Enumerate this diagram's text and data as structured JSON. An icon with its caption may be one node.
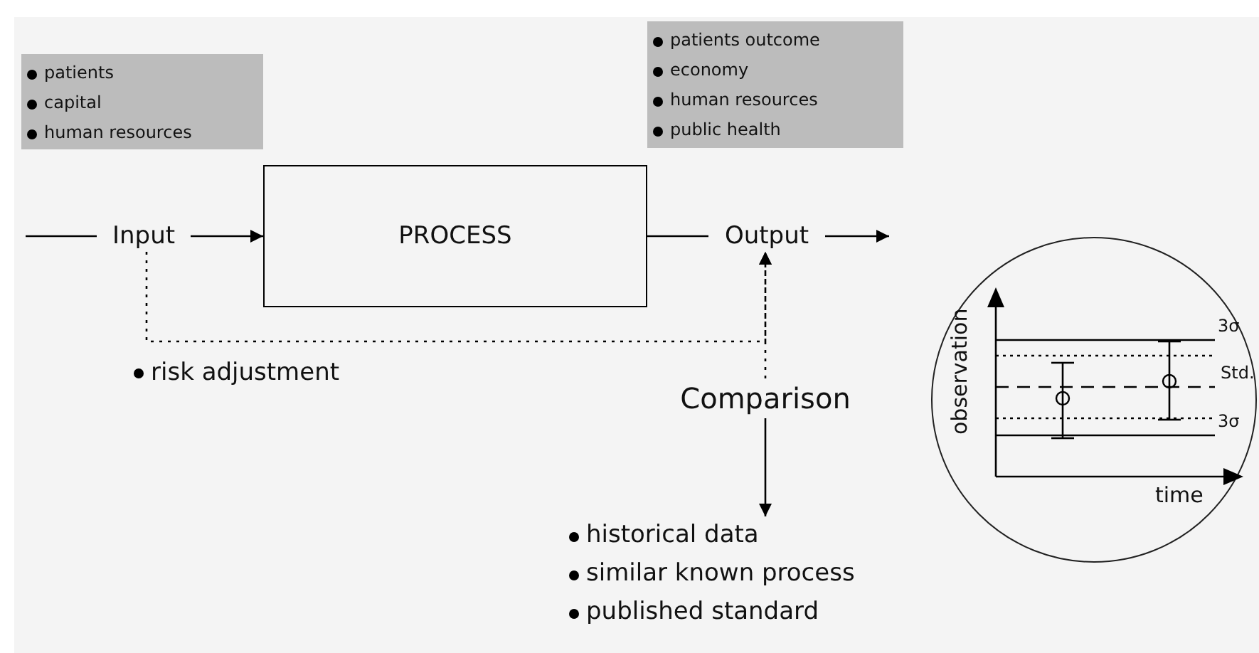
{
  "diagram": {
    "nodes": [
      {
        "text": [
          "patients",
          "capital",
          "human resources"
        ]
      },
      {
        "text": [
          "patients outcome",
          "economy",
          "human resources",
          "public health"
        ]
      },
      {
        "text": [
          "Input"
        ]
      },
      {
        "text": [
          "PROCESS"
        ]
      },
      {
        "text": [
          "Output"
        ]
      },
      {
        "text": [
          "Comparison"
        ]
      },
      {
        "text": [
          "observation",
          "3σ",
          "Std.",
          "3σ",
          "time"
        ]
      },
      {
        "text": [
          "historical data",
          "similar known process",
          "published standard"
        ]
      }
    ],
    "edges": [
      {
        "from": null,
        "to": 2,
        "arrow": "none"
      },
      {
        "from": 2,
        "to": 3,
        "arrow": "to"
      },
      {
        "from": 3,
        "to": 4,
        "arrow": "none"
      },
      {
        "from": 4,
        "to": null,
        "arrow": "to"
      },
      {
        "from": 2,
        "to": 4,
        "arrow": "to",
        "style": "dashed"
      },
      {
        "from": 5,
        "to": 4,
        "arrow": "to",
        "style": "dashed"
      },
      {
        "from": 5,
        "to": 7,
        "arrow": "to"
      }
    ],
    "labels": [
      "risk adjustment"
    ]
  }
}
